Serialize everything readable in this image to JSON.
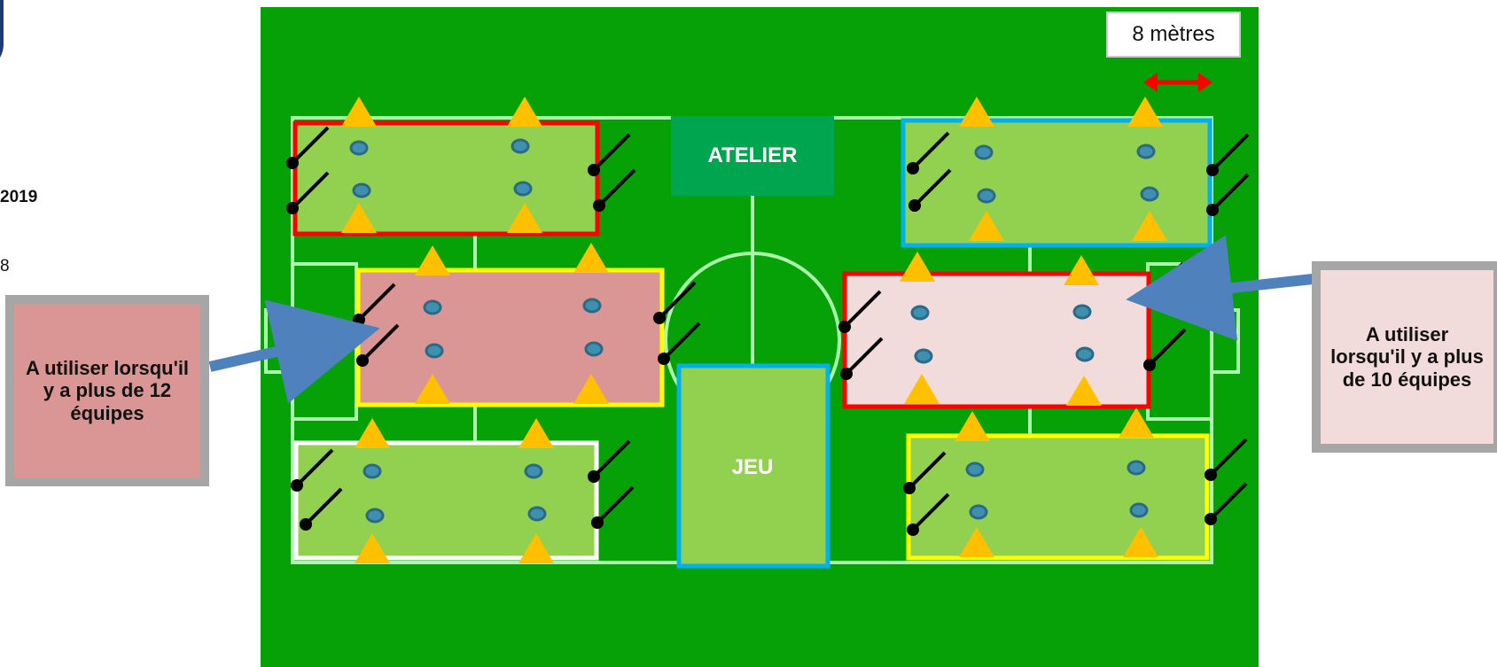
{
  "header": {
    "year": "2019",
    "digit": "8"
  },
  "field": {
    "scale_label": "8 mètres",
    "atelier_label": "ATELIER",
    "jeu_label": "JEU"
  },
  "notes": {
    "left": "A utiliser lorsqu'il y a plus de 12 équipes",
    "right": "A utiliser lorsqu'il y a plus de 10 équipes"
  },
  "zones": [
    {
      "id": "top-left",
      "border": "#ff0000",
      "fill": "#92d050"
    },
    {
      "id": "mid-left",
      "border": "#ffff00",
      "fill": "#d99694"
    },
    {
      "id": "bottom-left",
      "border": "#ffffff",
      "fill": "#92d050"
    },
    {
      "id": "top-right",
      "border": "#00b0f0",
      "fill": "#92d050"
    },
    {
      "id": "mid-right",
      "border": "#ff0000",
      "fill": "#f2dcdb"
    },
    {
      "id": "bottom-right",
      "border": "#ffff00",
      "fill": "#92d050"
    },
    {
      "id": "jeu",
      "border": "#00b0f0",
      "fill": "#92d050"
    }
  ],
  "colors": {
    "field": "#06a106",
    "cone": "#ffc000",
    "disc": "#3f8fb0",
    "arrow_blue": "#4f81bd",
    "scale_arrow": "#ff0000",
    "lines": "#bfffbf"
  },
  "icons": [
    "cone-icon",
    "disc-icon",
    "pole-icon",
    "double-arrow-icon",
    "pointer-arrow-icon"
  ]
}
